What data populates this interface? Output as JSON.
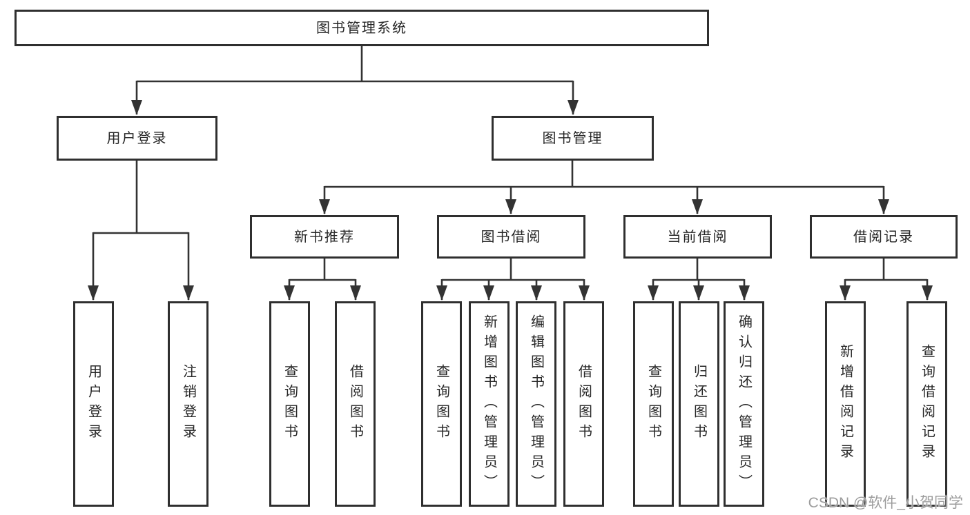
{
  "tree": {
    "root": {
      "label": "图书管理系统"
    },
    "branches": [
      {
        "label": "用户登录",
        "children": [
          {
            "label": "用户登录"
          },
          {
            "label": "注销登录"
          }
        ]
      },
      {
        "label": "图书管理",
        "children": [
          {
            "label": "新书推荐",
            "children": [
              {
                "label": "查询图书"
              },
              {
                "label": "借阅图书"
              }
            ]
          },
          {
            "label": "图书借阅",
            "children": [
              {
                "label": "查询图书"
              },
              {
                "label": "新增图书（管理员）"
              },
              {
                "label": "编辑图书（管理员）"
              },
              {
                "label": "借阅图书"
              }
            ]
          },
          {
            "label": "当前借阅",
            "children": [
              {
                "label": "查询图书"
              },
              {
                "label": "归还图书"
              },
              {
                "label": "确认归还（管理员）"
              }
            ]
          },
          {
            "label": "借阅记录",
            "children": [
              {
                "label": "新增借阅记录"
              },
              {
                "label": "查询借阅记录"
              }
            ]
          }
        ]
      }
    ]
  },
  "watermark": {
    "text": "CSDN @软件_小贺同学"
  },
  "colors": {
    "line": "#333333",
    "box_border": "#2f2f2f",
    "text": "#262626",
    "background": "#ffffff",
    "watermark": "#9c9c9c"
  }
}
